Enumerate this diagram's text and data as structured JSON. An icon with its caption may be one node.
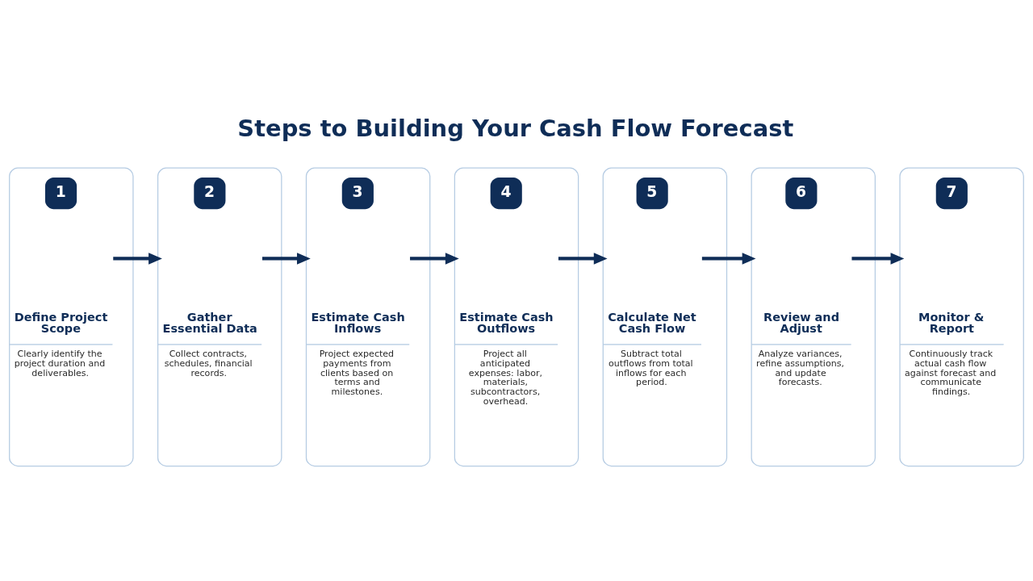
{
  "diagram": {
    "title": "Steps to Building Your Cash Flow Forecast",
    "nodes": [
      {
        "text": [
          "1",
          "Define Project Scope",
          "Clearly identify the project duration and deliverables."
        ]
      },
      {
        "text": [
          "2",
          "Gather Essential Data",
          "Collect contracts, schedules, financial records."
        ]
      },
      {
        "text": [
          "3",
          "Estimate Cash Inflows",
          "Project expected payments from clients based on terms and milestones."
        ]
      },
      {
        "text": [
          "4",
          "Estimate Cash Outflows",
          "Project all anticipated expenses: labor, materials, subcontractors, overhead."
        ]
      },
      {
        "text": [
          "5",
          "Calculate Net Cash Flow",
          "Subtract total outflows from total inflows for each period."
        ]
      },
      {
        "text": [
          "6",
          "Review and Adjust",
          "Analyze variances, refine assumptions, and update forecasts."
        ]
      },
      {
        "text": [
          "7",
          "Monitor & Report",
          "Continuously track actual cash flow against forecast and communicate findings."
        ]
      }
    ],
    "edges": [
      {
        "from": 0,
        "to": 1,
        "arrow": "to"
      },
      {
        "from": 1,
        "to": 2,
        "arrow": "to"
      },
      {
        "from": 2,
        "to": 3,
        "arrow": "to"
      },
      {
        "from": 3,
        "to": 4,
        "arrow": "to"
      },
      {
        "from": 4,
        "to": 5,
        "arrow": "to"
      },
      {
        "from": 5,
        "to": 6,
        "arrow": "to"
      }
    ]
  }
}
